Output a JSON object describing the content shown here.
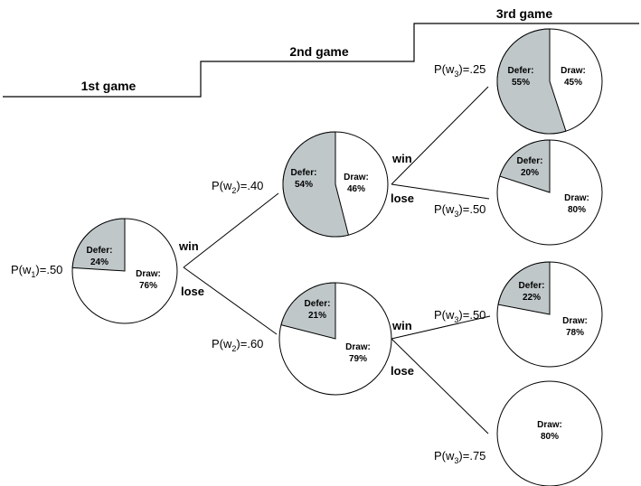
{
  "stages": [
    {
      "label": "1st game"
    },
    {
      "label": "2nd game"
    },
    {
      "label": "3rd game"
    }
  ],
  "branch_labels": {
    "win": "win",
    "lose": "lose"
  },
  "probabilities": {
    "p1": {
      "var": "w",
      "sub": "1",
      "value": ".50"
    },
    "p2_win": {
      "var": "w",
      "sub": "2",
      "value": ".40"
    },
    "p2_lose": {
      "var": "w",
      "sub": "2",
      "value": ".60"
    },
    "p3_ww": {
      "var": "w",
      "sub": "3",
      "value": ".25"
    },
    "p3_wl": {
      "var": "w",
      "sub": "3",
      "value": ".50"
    },
    "p3_lw": {
      "var": "w",
      "sub": "3",
      "value": ".50"
    },
    "p3_ll": {
      "var": "w",
      "sub": "3",
      "value": ".75"
    }
  },
  "pies": [
    {
      "id": "game1",
      "defer_label": "Defer:",
      "defer_pct": 24,
      "defer_text": "24%",
      "draw_label": "Draw:",
      "draw_text": "76%"
    },
    {
      "id": "game2-win",
      "defer_label": "Defer:",
      "defer_pct": 54,
      "defer_text": "54%",
      "draw_label": "Draw:",
      "draw_text": "46%"
    },
    {
      "id": "game2-lose",
      "defer_label": "Defer:",
      "defer_pct": 21,
      "defer_text": "21%",
      "draw_label": "Draw:",
      "draw_text": "79%"
    },
    {
      "id": "game3-ww",
      "defer_label": "Defer:",
      "defer_pct": 55,
      "defer_text": "55%",
      "draw_label": "Draw:",
      "draw_text": "45%"
    },
    {
      "id": "game3-wl",
      "defer_label": "Defer:",
      "defer_pct": 20,
      "defer_text": "20%",
      "draw_label": "Draw:",
      "draw_text": "80%"
    },
    {
      "id": "game3-lw",
      "defer_label": "Defer:",
      "defer_pct": 22,
      "defer_text": "22%",
      "draw_label": "Draw:",
      "draw_text": "78%"
    },
    {
      "id": "game3-ll",
      "defer_label": "",
      "defer_pct": 0,
      "defer_text": "",
      "draw_label": "Draw:",
      "draw_text": "80%"
    }
  ],
  "colors": {
    "defer": "#bfc7c9",
    "draw": "#ffffff",
    "stroke": "#000000"
  }
}
